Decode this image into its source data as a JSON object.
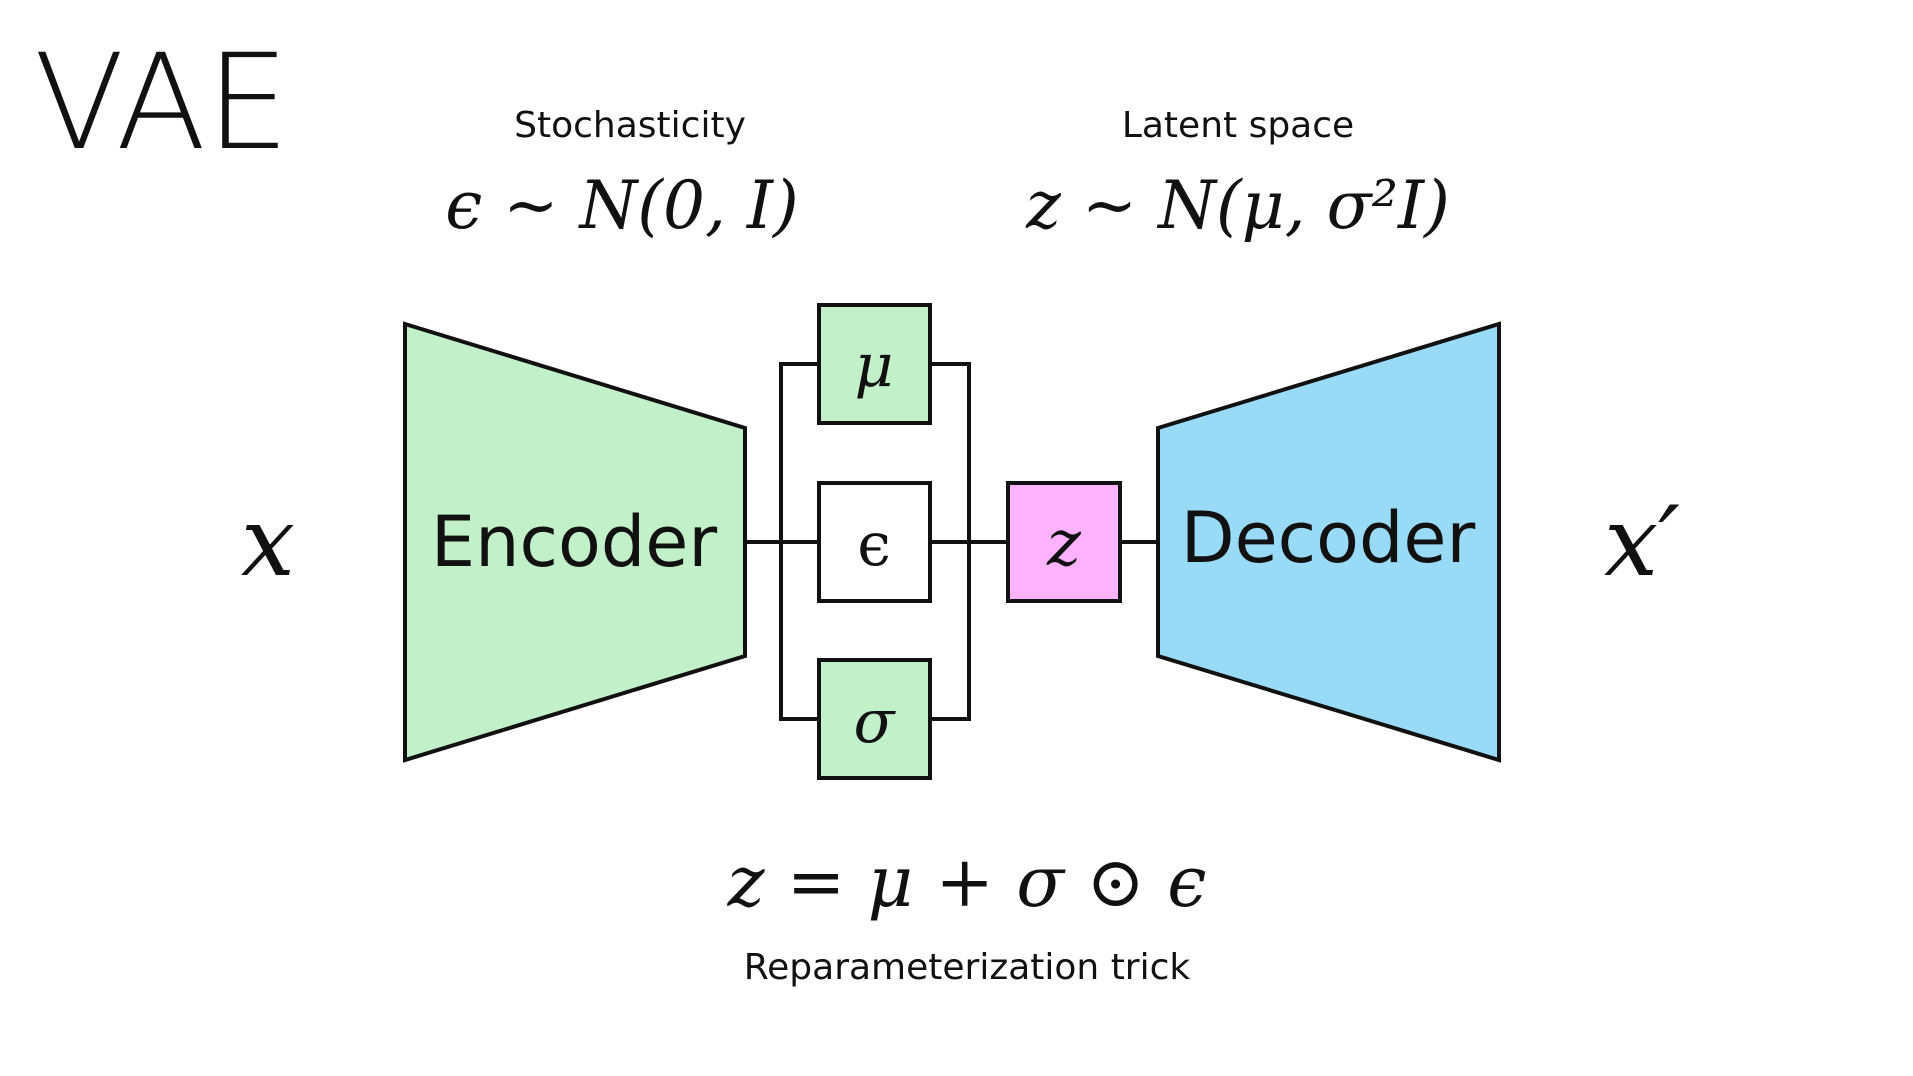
{
  "title": "VAE",
  "labels": {
    "stochasticity": "Stochasticity",
    "latent_space": "Latent space",
    "reparam_trick": "Reparameterization trick"
  },
  "formulas": {
    "epsilon_dist": "ϵ ~ N(0, I)",
    "z_dist": "z ~ N(μ, σ²I)",
    "reparam": "z = μ + σ ⊙ ϵ"
  },
  "nodes": {
    "input": "x",
    "encoder": "Encoder",
    "mu": "μ",
    "epsilon": "ϵ",
    "sigma": "σ",
    "z": "z",
    "decoder": "Decoder",
    "output": "x′"
  },
  "colors": {
    "encoder_fill": "#c2f0c8",
    "mu_sigma_fill": "#c2f0c8",
    "epsilon_fill": "#ffffff",
    "z_fill": "#ffb3ff",
    "decoder_fill": "#99dbf7",
    "stroke": "#111111"
  }
}
